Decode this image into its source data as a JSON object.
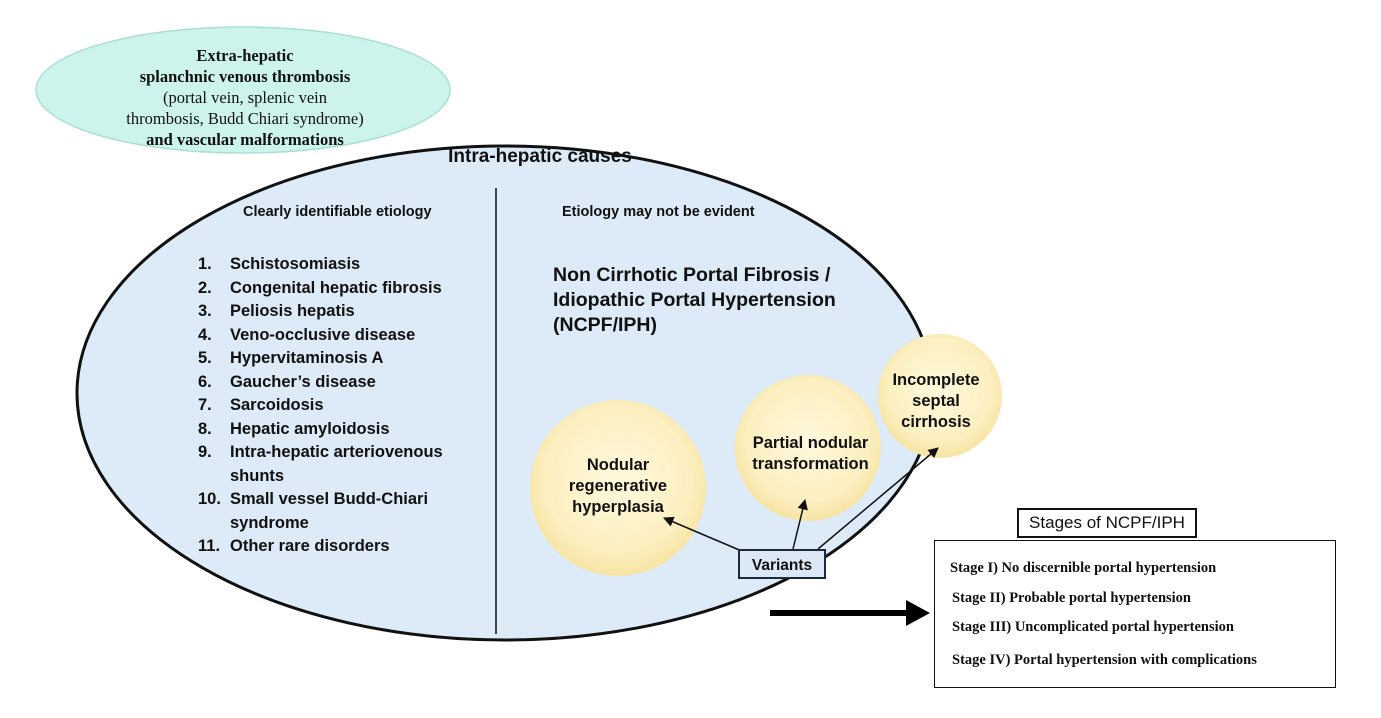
{
  "extra_hepatic": {
    "line1": "Extra-hepatic",
    "line2": "splanchnic venous thrombosis",
    "line3": "(portal vein, splenic vein",
    "line4": "thrombosis, Budd Chiari syndrome)",
    "line5": "and vascular malformations"
  },
  "intra_hepatic": {
    "title": "Intra-hepatic causes",
    "left_heading": "Clearly identifiable etiology",
    "right_heading": "Etiology may not be evident",
    "causes": [
      {
        "num": "1.",
        "text": "Schistosomiasis"
      },
      {
        "num": "2.",
        "text": "Congenital hepatic fibrosis"
      },
      {
        "num": "3.",
        "text": "Peliosis hepatis"
      },
      {
        "num": "4.",
        "text": "Veno-occlusive disease"
      },
      {
        "num": "5.",
        "text": "Hypervitaminosis A"
      },
      {
        "num": "6.",
        "text": "Gaucher’s disease"
      },
      {
        "num": "7.",
        "text": "Sarcoidosis"
      },
      {
        "num": "8.",
        "text": "Hepatic amyloidosis"
      },
      {
        "num": "9.",
        "text": "Intra-hepatic arteriovenous shunts"
      },
      {
        "num": "10.",
        "text": "Small vessel Budd-Chiari syndrome"
      },
      {
        "num": "11.",
        "text": "Other rare disorders"
      }
    ],
    "ncpf": {
      "line1": "Non Cirrhotic Portal Fibrosis /",
      "line2": "Idiopathic Portal Hypertension",
      "line3": "(NCPF/IPH)"
    },
    "variants": {
      "label": "Variants",
      "nrh": [
        "Nodular",
        "regenerative",
        "hyperplasia"
      ],
      "pnt": [
        "Partial nodular",
        "transformation"
      ],
      "isc": [
        "Incomplete",
        "septal",
        "cirrhosis"
      ]
    }
  },
  "stages": {
    "title": "Stages of NCPF/IPH",
    "items": [
      "Stage I) No discernible portal hypertension",
      "Stage II) Probable portal hypertension",
      "Stage III) Uncomplicated portal hypertension",
      "Stage IV) Portal hypertension with complications"
    ]
  },
  "colors": {
    "teal_fill": "#cdf4ec",
    "teal_stroke": "#a8e0d4",
    "main_fill": "#ddeaf7",
    "bubble_fill": "#fdf3cf",
    "bubble_edge": "#f6e7a8",
    "variants_fill": "#dce8f5"
  }
}
